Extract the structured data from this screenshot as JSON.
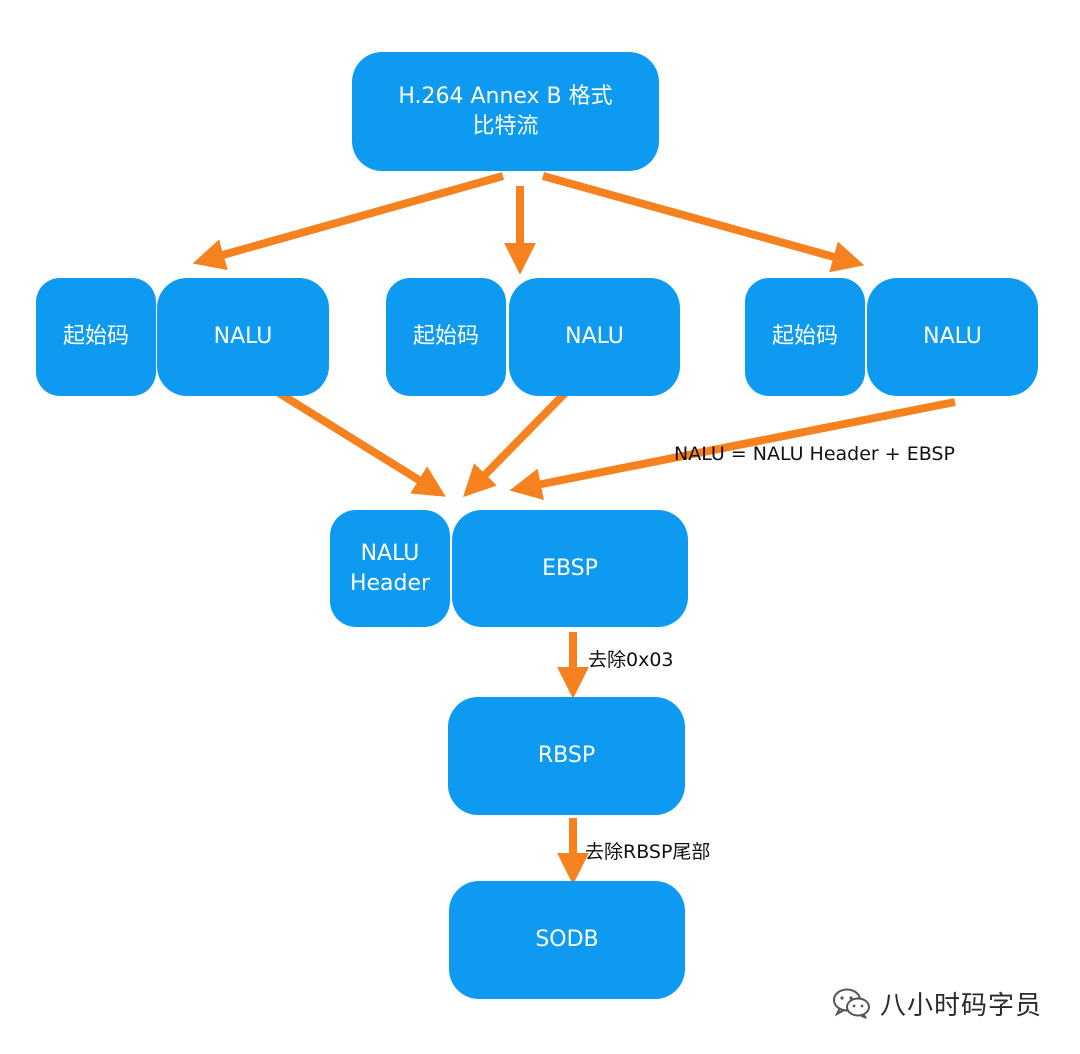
{
  "top": {
    "line1": "H.264 Annex B 格式",
    "line2": "比特流"
  },
  "units": [
    {
      "start_code": "起始码",
      "nalu": "NALU"
    },
    {
      "start_code": "起始码",
      "nalu": "NALU"
    },
    {
      "start_code": "起始码",
      "nalu": "NALU"
    }
  ],
  "formula": "NALU = NALU Header + EBSP",
  "nalu_header": "NALU\nHeader",
  "ebsp": "EBSP",
  "step1": "去除0x03",
  "rbsp": "RBSP",
  "step2": "去除RBSP尾部",
  "sodb": "SODB",
  "watermark": "八小时码字员",
  "colors": {
    "box": "#0d9af0",
    "arrow": "#f5821f",
    "text": "#ffffff"
  }
}
